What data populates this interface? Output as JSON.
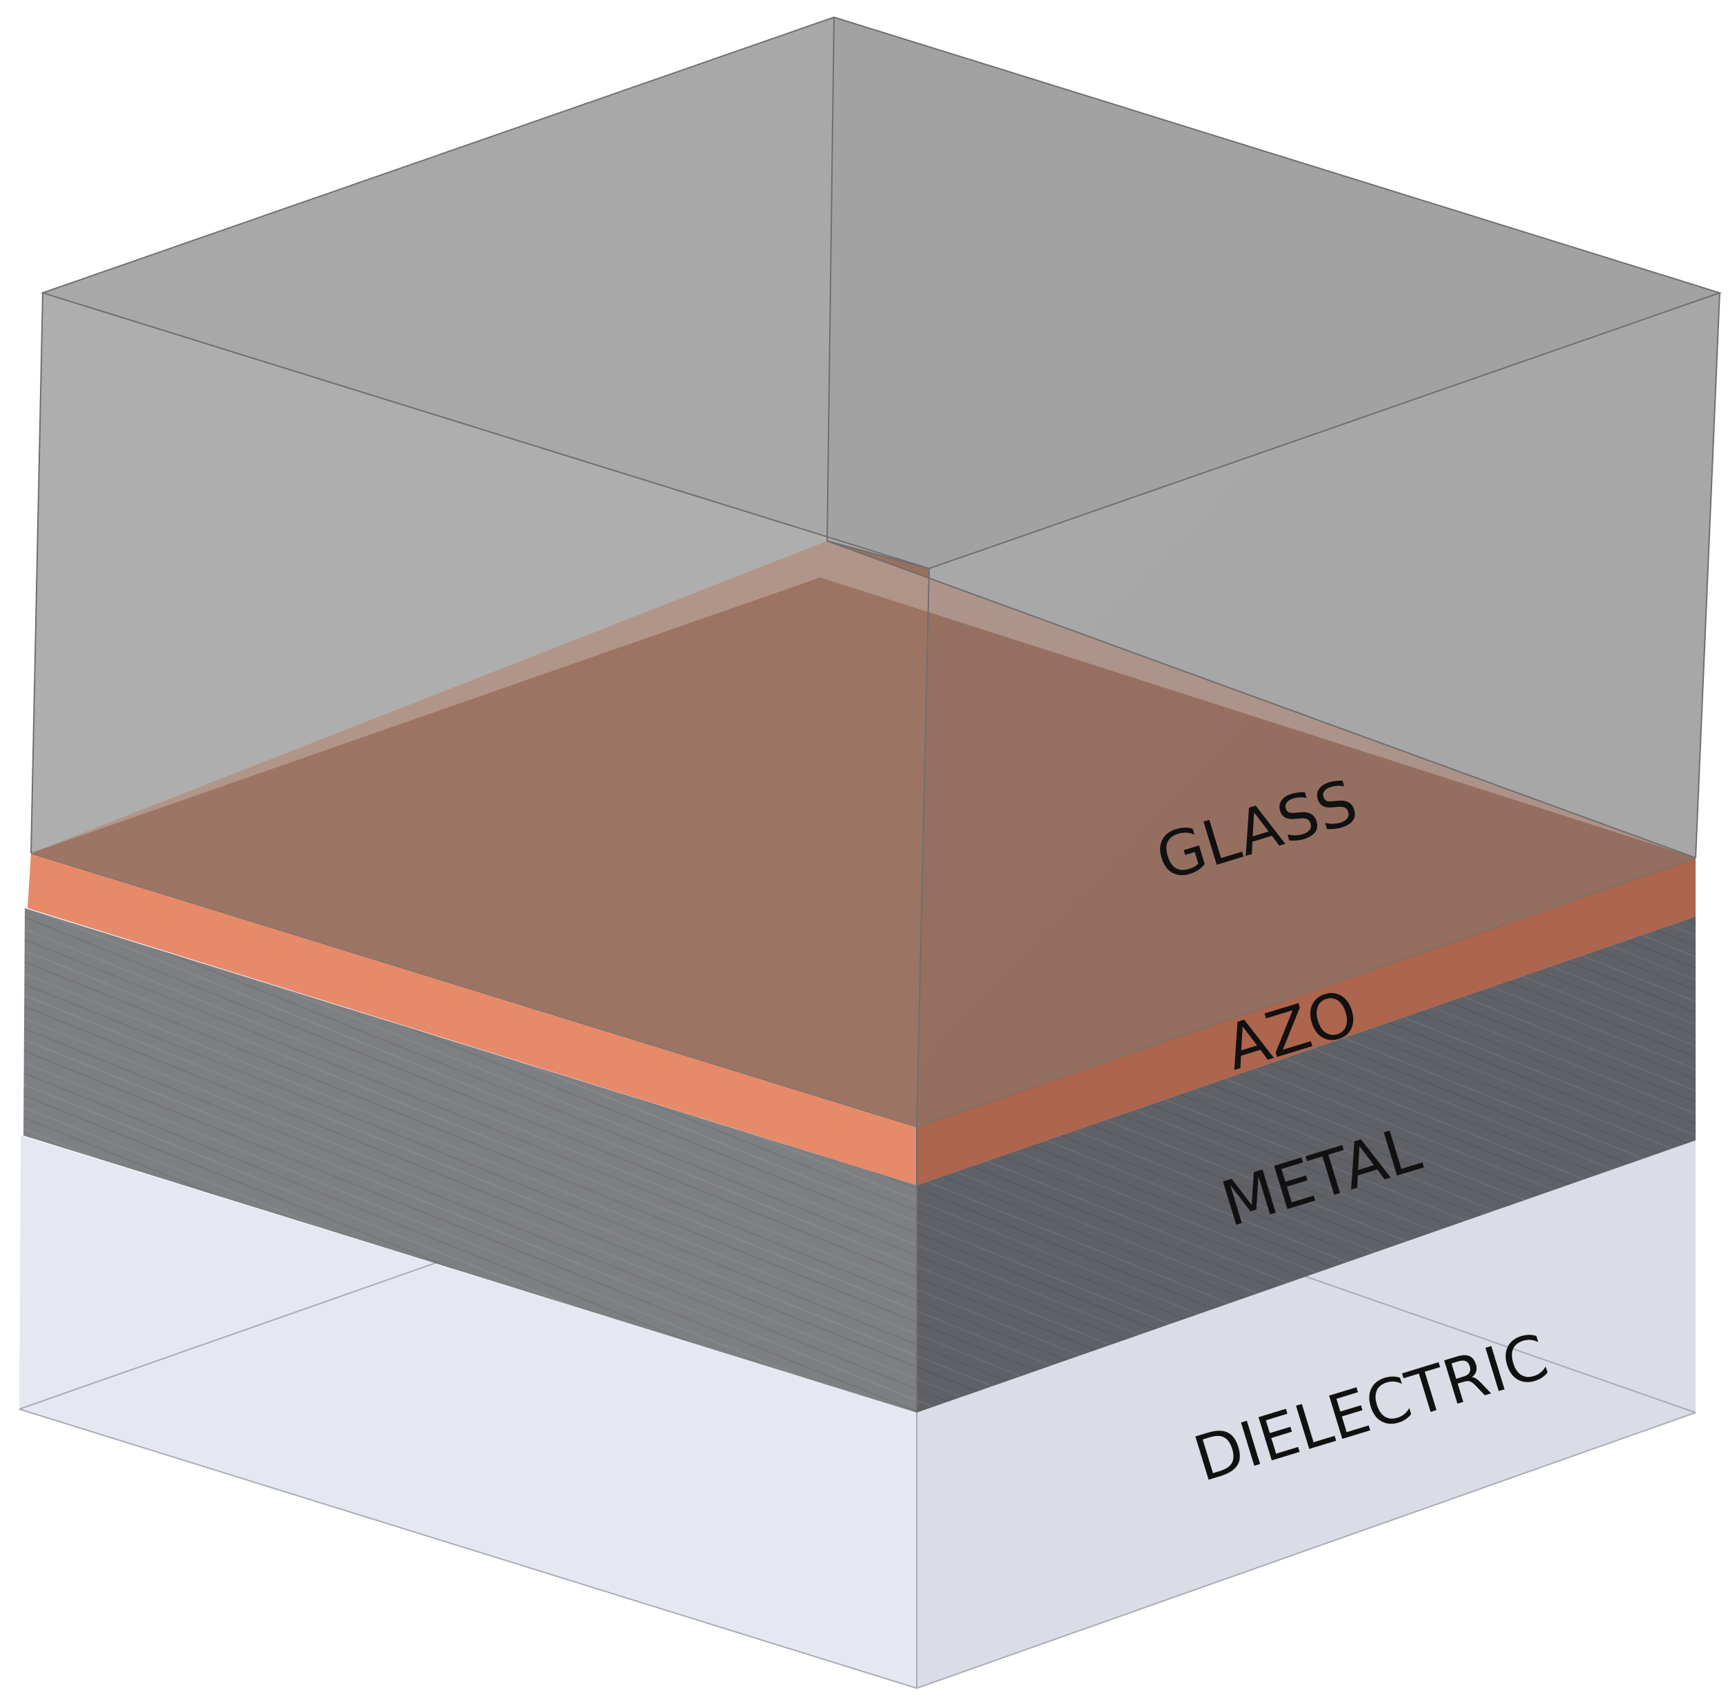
{
  "layers": [
    {
      "key": "glass",
      "label": "GLASS",
      "color": "#9c9c9c"
    },
    {
      "key": "azo",
      "label": "AZO",
      "color": "#e58a68"
    },
    {
      "key": "metal",
      "label": "METAL",
      "color": "#5f6166"
    },
    {
      "key": "dielectric",
      "label": "DIELECTRIC",
      "color": "#e4e7ef"
    }
  ]
}
